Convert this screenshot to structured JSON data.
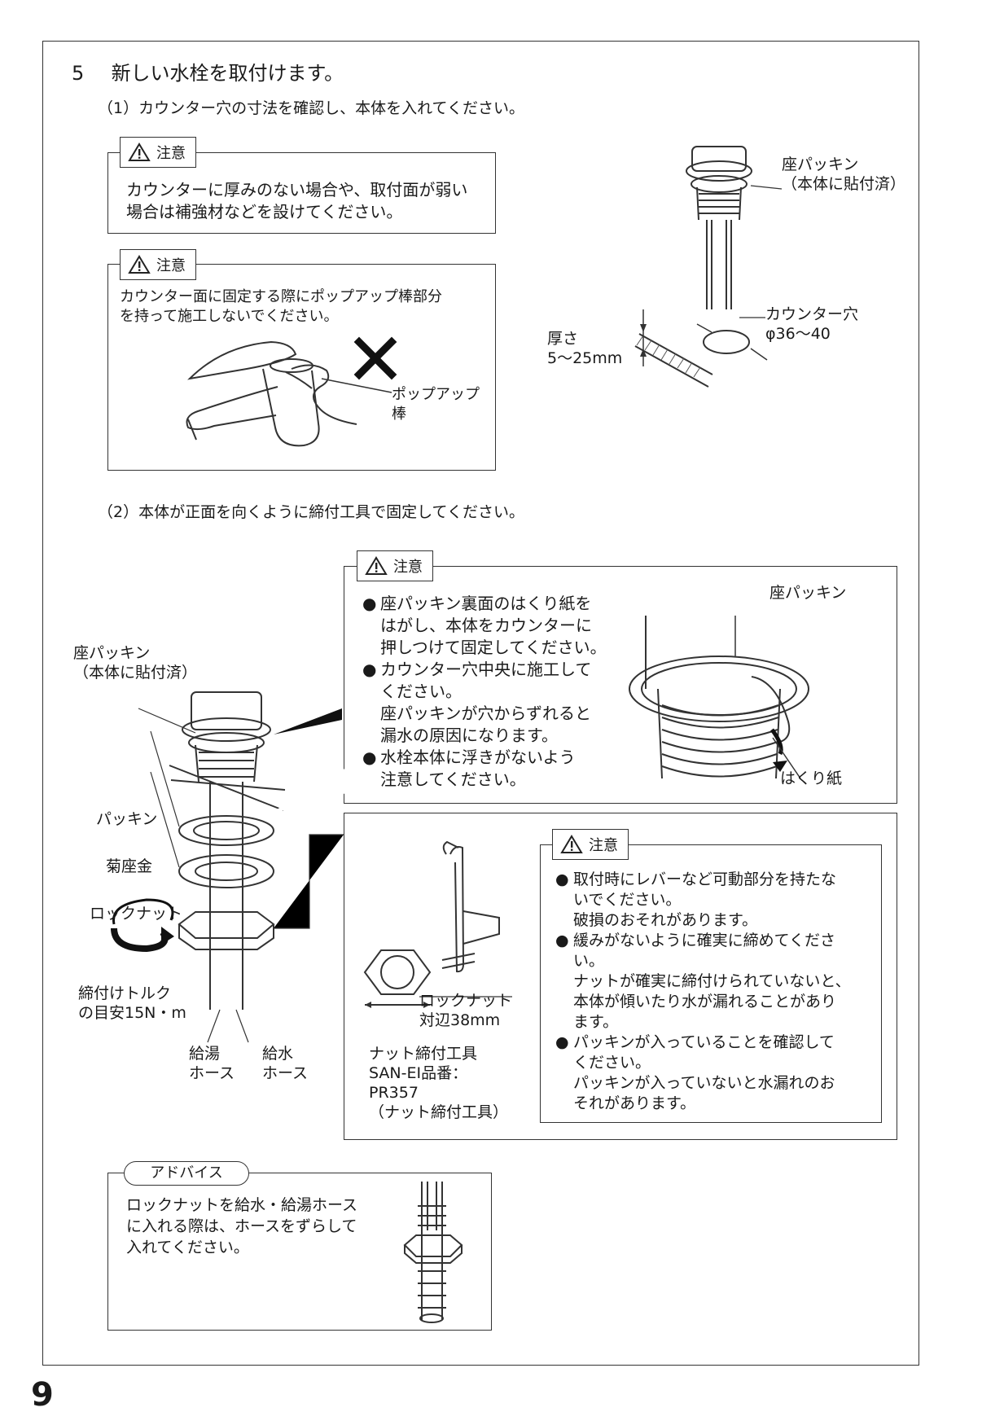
{
  "step": {
    "number": "5",
    "title": "新しい水栓を取付けます。"
  },
  "sub1": "（1）カウンター穴の寸法を確認し、本体を入れてください。",
  "sub2": "（2）本体が正面を向くように締付工具で固定してください。",
  "caution_label": "注意",
  "caution1": {
    "lines": [
      "カウンターに厚みのない場合や、取付面が弱い",
      "場合は補強材などを設けてください。"
    ]
  },
  "caution2": {
    "lines": [
      "カウンター面に固定する際にポップアップ棒部分",
      "を持って施工しないでください。"
    ],
    "popup_label": [
      "ポップアップ",
      "棒"
    ]
  },
  "fig1": {
    "seat_packing": [
      "座パッキン",
      "（本体に貼付済）"
    ],
    "hole": [
      "カウンター穴",
      "φ36〜40"
    ],
    "thickness": [
      "厚さ",
      "5〜25mm"
    ]
  },
  "caution3": {
    "items": [
      [
        "座パッキン裏面のはくり紙を",
        "はがし、本体をカウンターに",
        "押しつけて固定してください。"
      ],
      [
        "カウンター穴中央に施工して",
        "ください。",
        "座パッキンが穴からずれると",
        "漏水の原因になります。"
      ],
      [
        "水栓本体に浮きがないよう",
        "注意してください。"
      ]
    ],
    "seat_packing": "座パッキン",
    "release_paper": "はくり紙"
  },
  "fig2": {
    "seat_packing": [
      "座パッキン",
      "（本体に貼付済）"
    ],
    "packing": "パッキン",
    "washer": "菊座金",
    "locknut": "ロックナット",
    "torque": [
      "締付けトルク",
      "の目安15N・m"
    ],
    "hot_hose": [
      "給湯",
      "ホース"
    ],
    "cold_hose": [
      "給水",
      "ホース"
    ]
  },
  "tool": {
    "locknut": [
      "ロックナット",
      "対辺38mm"
    ],
    "name": [
      "ナット締付工具",
      "SAN-EI品番：",
      "PR357",
      "（ナット締付工具）"
    ]
  },
  "caution4": {
    "items": [
      [
        "取付時にレバーなど可動部分を持たな",
        "いでください。",
        "破損のおそれがあります。"
      ],
      [
        "緩みがないように確実に締めてくださ",
        "い。",
        "ナットが確実に締付けられていないと、",
        "本体が傾いたり水が漏れることがあり",
        "ます。"
      ],
      [
        "パッキンが入っていることを確認して",
        "ください。",
        "パッキンが入っていないと水漏れのお",
        "それがあります。"
      ]
    ]
  },
  "advice": {
    "label": "アドバイス",
    "lines": [
      "ロックナットを給水・給湯ホース",
      "に入れる際は、ホースをずらして",
      "入れてください。"
    ]
  },
  "page_number": "9"
}
